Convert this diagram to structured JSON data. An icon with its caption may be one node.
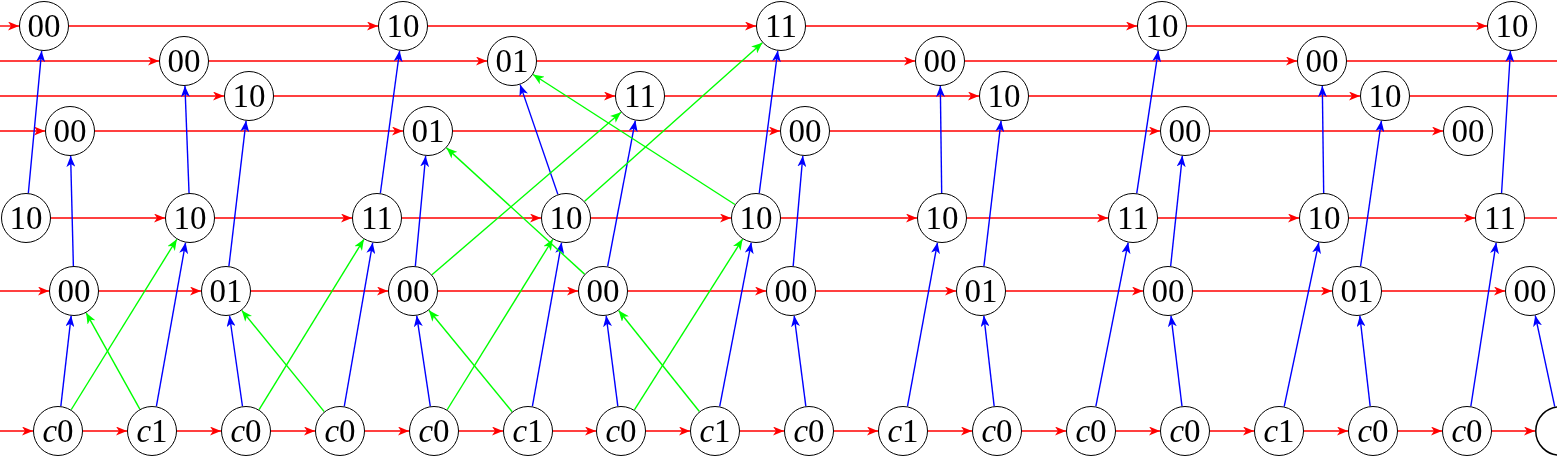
{
  "diagram": {
    "nodes": [
      {
        "text": [
          "00"
        ]
      },
      {
        "text": [
          "10"
        ]
      },
      {
        "text": [
          "11"
        ]
      },
      {
        "text": [
          "10"
        ]
      },
      {
        "text": [
          "10"
        ]
      },
      {
        "text": [
          "00"
        ]
      },
      {
        "text": [
          "01"
        ]
      },
      {
        "text": [
          "00"
        ]
      },
      {
        "text": [
          "00"
        ]
      },
      {
        "text": [
          "10"
        ]
      },
      {
        "text": [
          "11"
        ]
      },
      {
        "text": [
          "10"
        ]
      },
      {
        "text": [
          "10"
        ]
      },
      {
        "text": [
          "00"
        ]
      },
      {
        "text": [
          "01"
        ]
      },
      {
        "text": [
          "00"
        ]
      },
      {
        "text": [
          "00"
        ]
      },
      {
        "text": [
          "00"
        ]
      },
      {
        "text": [
          "10"
        ]
      },
      {
        "text": [
          "10"
        ]
      },
      {
        "text": [
          "11"
        ]
      },
      {
        "text": [
          "10"
        ]
      },
      {
        "text": [
          "10"
        ]
      },
      {
        "text": [
          "10"
        ]
      },
      {
        "text": [
          "11"
        ]
      },
      {
        "text": [
          "10"
        ]
      },
      {
        "text": [
          "11"
        ]
      },
      {
        "text": [
          "00"
        ]
      },
      {
        "text": [
          "01"
        ]
      },
      {
        "text": [
          "00"
        ]
      },
      {
        "text": [
          "00"
        ]
      },
      {
        "text": [
          "00"
        ]
      },
      {
        "text": [
          "01"
        ]
      },
      {
        "text": [
          "00"
        ]
      },
      {
        "text": [
          "01"
        ]
      },
      {
        "text": [
          "00"
        ]
      },
      {
        "text": [
          "c0"
        ]
      },
      {
        "text": [
          "c1"
        ]
      },
      {
        "text": [
          "c0"
        ]
      },
      {
        "text": [
          "c0"
        ]
      },
      {
        "text": [
          "c0"
        ]
      },
      {
        "text": [
          "c1"
        ]
      },
      {
        "text": [
          "c0"
        ]
      },
      {
        "text": [
          "c1"
        ]
      },
      {
        "text": [
          "c0"
        ]
      },
      {
        "text": [
          "c1"
        ]
      },
      {
        "text": [
          "c0"
        ]
      },
      {
        "text": [
          "c0"
        ]
      },
      {
        "text": [
          "c0"
        ]
      },
      {
        "text": [
          "c1"
        ]
      },
      {
        "text": [
          "c0"
        ]
      },
      {
        "text": [
          "c0"
        ]
      },
      {
        "text": [],
        "shape": "circle"
      }
    ],
    "edges": [
      {
        "from": null,
        "to": 0,
        "arrow": "to"
      },
      {
        "from": 0,
        "to": 1,
        "arrow": "to"
      },
      {
        "from": 1,
        "to": 2,
        "arrow": "to"
      },
      {
        "from": 2,
        "to": 3,
        "arrow": "to"
      },
      {
        "from": 3,
        "to": 4,
        "arrow": "to"
      },
      {
        "from": null,
        "to": 5,
        "arrow": "to"
      },
      {
        "from": 5,
        "to": 6,
        "arrow": "to"
      },
      {
        "from": 6,
        "to": 7,
        "arrow": "to"
      },
      {
        "from": 7,
        "to": 8,
        "arrow": "to"
      },
      {
        "from": 8,
        "to": null,
        "arrow": "none"
      },
      {
        "from": null,
        "to": 9,
        "arrow": "to"
      },
      {
        "from": 9,
        "to": 10,
        "arrow": "to"
      },
      {
        "from": 10,
        "to": 11,
        "arrow": "to"
      },
      {
        "from": 11,
        "to": 12,
        "arrow": "to"
      },
      {
        "from": 12,
        "to": null,
        "arrow": "none"
      },
      {
        "from": null,
        "to": 13,
        "arrow": "to"
      },
      {
        "from": 13,
        "to": 14,
        "arrow": "to"
      },
      {
        "from": 14,
        "to": 15,
        "arrow": "to"
      },
      {
        "from": 15,
        "to": 16,
        "arrow": "to"
      },
      {
        "from": 16,
        "to": 17,
        "arrow": "to"
      },
      {
        "from": 18,
        "to": 19,
        "arrow": "to"
      },
      {
        "from": 19,
        "to": 20,
        "arrow": "to"
      },
      {
        "from": 20,
        "to": 21,
        "arrow": "to"
      },
      {
        "from": 21,
        "to": 22,
        "arrow": "to"
      },
      {
        "from": 22,
        "to": 23,
        "arrow": "to"
      },
      {
        "from": 23,
        "to": 24,
        "arrow": "to"
      },
      {
        "from": 24,
        "to": 25,
        "arrow": "to"
      },
      {
        "from": 25,
        "to": 26,
        "arrow": "to"
      },
      {
        "from": 26,
        "to": null,
        "arrow": "none"
      },
      {
        "from": null,
        "to": 27,
        "arrow": "to"
      },
      {
        "from": 27,
        "to": 28,
        "arrow": "to"
      },
      {
        "from": 28,
        "to": 29,
        "arrow": "to"
      },
      {
        "from": 29,
        "to": 30,
        "arrow": "to"
      },
      {
        "from": 30,
        "to": 31,
        "arrow": "to"
      },
      {
        "from": 31,
        "to": 32,
        "arrow": "to"
      },
      {
        "from": 32,
        "to": 33,
        "arrow": "to"
      },
      {
        "from": 33,
        "to": 34,
        "arrow": "to"
      },
      {
        "from": 34,
        "to": 35,
        "arrow": "to"
      },
      {
        "from": null,
        "to": 36,
        "arrow": "to"
      },
      {
        "from": 36,
        "to": 37,
        "arrow": "to"
      },
      {
        "from": 37,
        "to": 38,
        "arrow": "to"
      },
      {
        "from": 38,
        "to": 39,
        "arrow": "to"
      },
      {
        "from": 39,
        "to": 40,
        "arrow": "to"
      },
      {
        "from": 40,
        "to": 41,
        "arrow": "to"
      },
      {
        "from": 41,
        "to": 42,
        "arrow": "to"
      },
      {
        "from": 42,
        "to": 43,
        "arrow": "to"
      },
      {
        "from": 43,
        "to": 44,
        "arrow": "to"
      },
      {
        "from": 44,
        "to": 45,
        "arrow": "to"
      },
      {
        "from": 45,
        "to": 46,
        "arrow": "to"
      },
      {
        "from": 46,
        "to": 47,
        "arrow": "to"
      },
      {
        "from": 47,
        "to": 48,
        "arrow": "to"
      },
      {
        "from": 48,
        "to": 49,
        "arrow": "to"
      },
      {
        "from": 49,
        "to": 50,
        "arrow": "to"
      },
      {
        "from": 50,
        "to": 51,
        "arrow": "to"
      },
      {
        "from": 51,
        "to": 52,
        "arrow": "to"
      },
      {
        "from": 18,
        "to": 0,
        "arrow": "to",
        "color": "#0000ff"
      },
      {
        "from": 19,
        "to": 5,
        "arrow": "to",
        "color": "#0000ff"
      },
      {
        "from": 20,
        "to": 1,
        "arrow": "to",
        "color": "#0000ff"
      },
      {
        "from": 21,
        "to": 6,
        "arrow": "to",
        "color": "#0000ff"
      },
      {
        "from": 22,
        "to": 2,
        "arrow": "to",
        "color": "#0000ff"
      },
      {
        "from": 23,
        "to": 7,
        "arrow": "to",
        "color": "#0000ff"
      },
      {
        "from": 24,
        "to": 3,
        "arrow": "to",
        "color": "#0000ff"
      },
      {
        "from": 25,
        "to": 8,
        "arrow": "to",
        "color": "#0000ff"
      },
      {
        "from": 26,
        "to": 4,
        "arrow": "to",
        "color": "#0000ff"
      },
      {
        "from": 27,
        "to": 13,
        "arrow": "to",
        "color": "#0000ff"
      },
      {
        "from": 28,
        "to": 9,
        "arrow": "to",
        "color": "#0000ff"
      },
      {
        "from": 29,
        "to": 14,
        "arrow": "to",
        "color": "#0000ff"
      },
      {
        "from": 30,
        "to": 10,
        "arrow": "to",
        "color": "#0000ff"
      },
      {
        "from": 31,
        "to": 15,
        "arrow": "to",
        "color": "#0000ff"
      },
      {
        "from": 32,
        "to": 11,
        "arrow": "to",
        "color": "#0000ff"
      },
      {
        "from": 33,
        "to": 16,
        "arrow": "to",
        "color": "#0000ff"
      },
      {
        "from": 34,
        "to": 12,
        "arrow": "to",
        "color": "#0000ff"
      },
      {
        "from": 36,
        "to": 27,
        "arrow": "to",
        "color": "#0000ff"
      },
      {
        "from": 37,
        "to": 19,
        "arrow": "to",
        "color": "#0000ff"
      },
      {
        "from": 38,
        "to": 28,
        "arrow": "to",
        "color": "#0000ff"
      },
      {
        "from": 39,
        "to": 20,
        "arrow": "to",
        "color": "#0000ff"
      },
      {
        "from": 40,
        "to": 29,
        "arrow": "to",
        "color": "#0000ff"
      },
      {
        "from": 41,
        "to": 21,
        "arrow": "to",
        "color": "#0000ff"
      },
      {
        "from": 42,
        "to": 30,
        "arrow": "to",
        "color": "#0000ff"
      },
      {
        "from": 43,
        "to": 22,
        "arrow": "to",
        "color": "#0000ff"
      },
      {
        "from": 44,
        "to": 31,
        "arrow": "to",
        "color": "#0000ff"
      },
      {
        "from": 45,
        "to": 23,
        "arrow": "to",
        "color": "#0000ff"
      },
      {
        "from": 46,
        "to": 32,
        "arrow": "to",
        "color": "#0000ff"
      },
      {
        "from": 47,
        "to": 24,
        "arrow": "to",
        "color": "#0000ff"
      },
      {
        "from": 48,
        "to": 33,
        "arrow": "to",
        "color": "#0000ff"
      },
      {
        "from": 49,
        "to": 25,
        "arrow": "to",
        "color": "#0000ff"
      },
      {
        "from": 50,
        "to": 34,
        "arrow": "to",
        "color": "#0000ff"
      },
      {
        "from": 51,
        "to": 26,
        "arrow": "to",
        "color": "#0000ff"
      },
      {
        "from": 52,
        "to": 35,
        "arrow": "to",
        "color": "#0000ff"
      },
      {
        "from": 36,
        "to": 19,
        "arrow": "to",
        "color": "#00ff00"
      },
      {
        "from": 37,
        "to": 27,
        "arrow": "to",
        "color": "#00ff00"
      },
      {
        "from": 38,
        "to": 20,
        "arrow": "to",
        "color": "#00ff00"
      },
      {
        "from": 39,
        "to": 28,
        "arrow": "to",
        "color": "#00ff00"
      },
      {
        "from": 40,
        "to": 21,
        "arrow": "to",
        "color": "#00ff00"
      },
      {
        "from": 41,
        "to": 29,
        "arrow": "to",
        "color": "#00ff00"
      },
      {
        "from": 42,
        "to": 22,
        "arrow": "to",
        "color": "#00ff00"
      },
      {
        "from": 43,
        "to": 30,
        "arrow": "to",
        "color": "#00ff00"
      },
      {
        "from": 29,
        "to": 10,
        "arrow": "to",
        "color": "#00ff00"
      },
      {
        "from": 30,
        "to": 14,
        "arrow": "to",
        "color": "#00ff00"
      },
      {
        "from": 21,
        "to": 2,
        "arrow": "to",
        "color": "#00ff00"
      },
      {
        "from": 22,
        "to": 6,
        "arrow": "to",
        "color": "#00ff00"
      }
    ]
  }
}
